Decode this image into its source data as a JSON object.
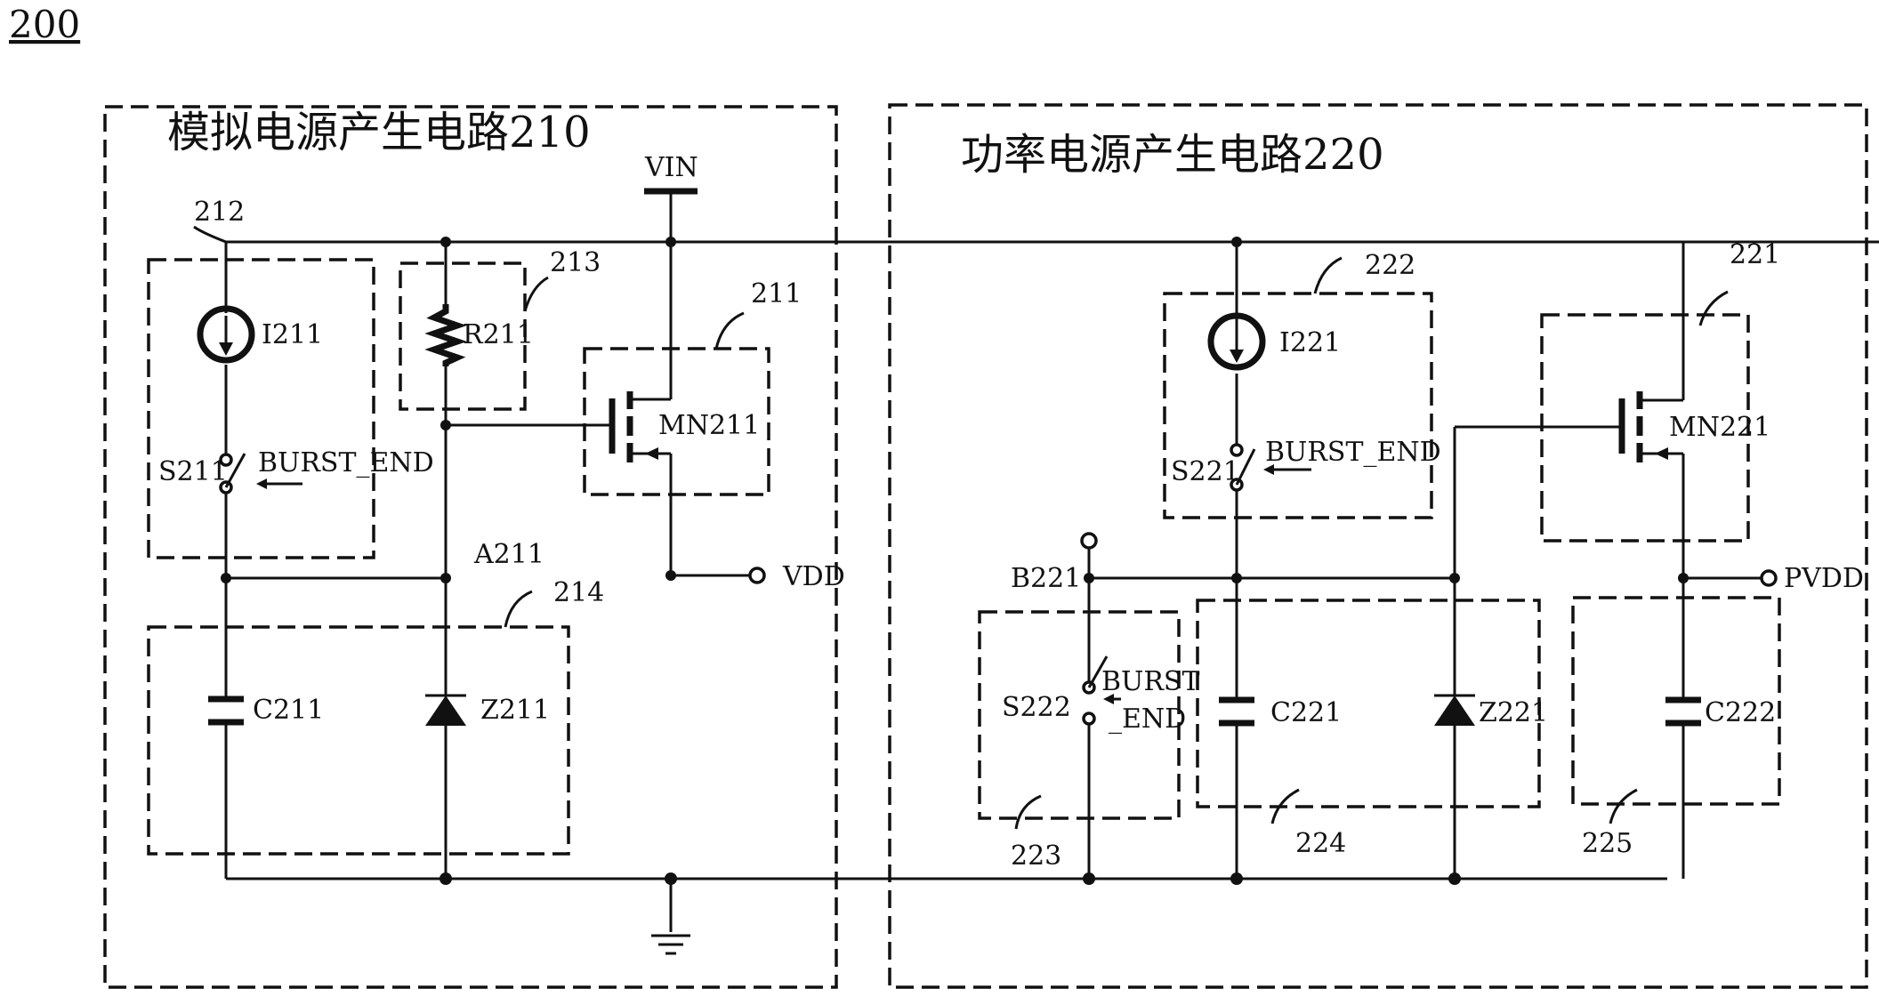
{
  "figure": {
    "number": "200",
    "blocks": {
      "analog": {
        "title": "模拟电源产生电路210"
      },
      "power": {
        "title": "功率电源产生电路220"
      }
    },
    "rails": {
      "vin": "VIN",
      "vdd": "VDD",
      "pvdd": "PVDD"
    },
    "components": {
      "i211": "I211",
      "r211": "R211",
      "mn211": "MN211",
      "s211": "S211",
      "s211_ctrl": "BURST_END",
      "c211": "C211",
      "z211": "Z211",
      "i221": "I221",
      "mn221": "MN221",
      "s221": "S221",
      "s221_ctrl": "BURST_END",
      "s222": "S222",
      "s222_ctrl_1": "BURST",
      "s222_ctrl_2": "_END",
      "c221": "C221",
      "z221": "Z221",
      "c222": "C222"
    },
    "nodes": {
      "a211": "A211",
      "b221": "B221"
    },
    "refs": {
      "r212": "212",
      "r213": "213",
      "r211": "211",
      "r214": "214",
      "r222": "222",
      "r221": "221",
      "r223": "223",
      "r224": "224",
      "r225": "225"
    }
  }
}
